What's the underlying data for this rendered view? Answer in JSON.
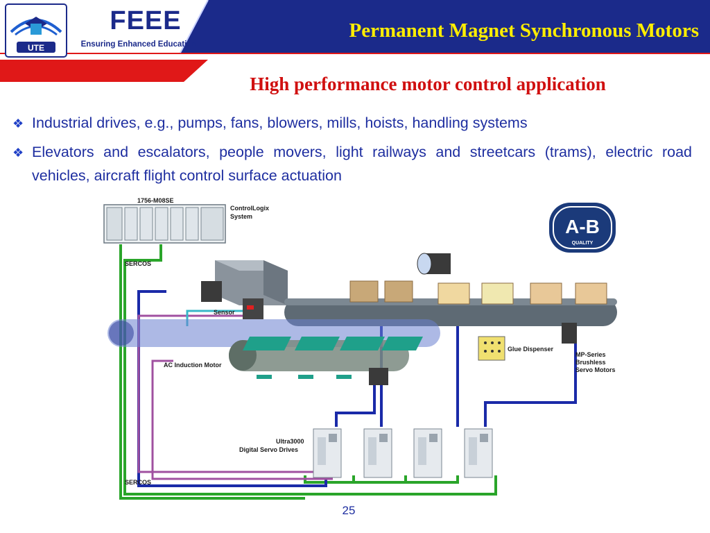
{
  "header": {
    "logo_text": "UTE",
    "brand": "FEEE",
    "brand_tagline": "Ensuring Enhanced Education",
    "title": "Permanent Magnet Synchronous Motors"
  },
  "slide": {
    "subtitle": "High performance motor control application",
    "bullets": [
      "Industrial drives, e.g., pumps, fans, blowers, mills, hoists, handling systems",
      "Elevators and escalators,  people movers,  light railways and streetcars (trams),  electric road vehicles,  aircraft flight control surface actuation"
    ],
    "page_number": "25"
  },
  "diagram": {
    "controller_model": "1756-M08SE",
    "controller_name_line1": "ControlLogix",
    "controller_name_line2": "System",
    "network_top": "SERCOS",
    "network_bottom": "SERCOS",
    "sensor": "Sensor",
    "ac_motor": "AC Induction Motor",
    "glue": "Glue Dispenser",
    "servo_line1": "MP-Series",
    "servo_line2": "Brushless",
    "servo_line3": "Servo Motors",
    "drives_line1": "Ultra3000",
    "drives_line2": "Digital Servo Drives",
    "badge_text": "A-B",
    "badge_sub": "QUALITY"
  },
  "colors": {
    "header_navy": "#1b2a8a",
    "header_red": "#e01818",
    "title_yellow": "#ffee00",
    "subtitle_red": "#d01010",
    "body_blue": "#1e2ea0"
  }
}
